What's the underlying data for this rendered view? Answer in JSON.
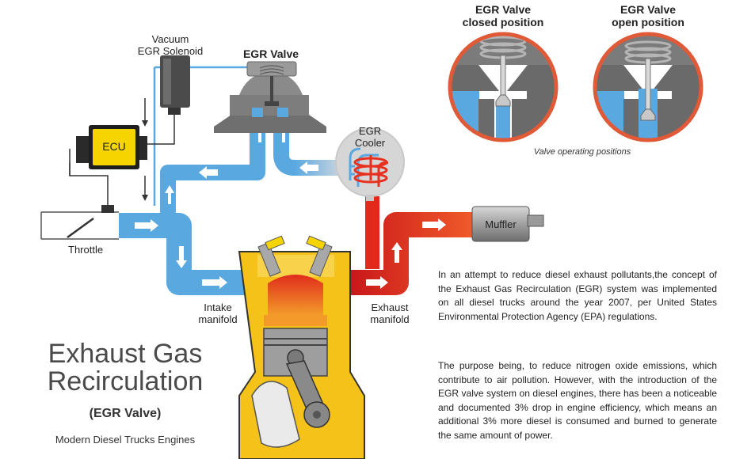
{
  "labels": {
    "vacuum_solenoid": [
      "Vacuum",
      "EGR Solenoid"
    ],
    "egr_valve": "EGR Valve",
    "ecu": "ECU",
    "egr_cooler": [
      "EGR",
      "Cooler"
    ],
    "throttle": "Throttle",
    "intake_manifold": [
      "Intake",
      "manifold"
    ],
    "exhaust_manifold": [
      "Exhaust",
      "manifold"
    ],
    "muffler": "Muffler"
  },
  "positions": {
    "closed": [
      "EGR Valve",
      "closed position"
    ],
    "open": [
      "EGR Valve",
      "open position"
    ],
    "caption": "Valve operating positions"
  },
  "title": {
    "line1": "Exhaust Gas",
    "line2": "Recirculation",
    "subtitle": "(EGR Valve)",
    "tagline": "Modern Diesel Trucks Engines"
  },
  "text": {
    "paragraph1": "In an attempt to reduce diesel exhaust pollutants,the concept of the Exhaust Gas Recirculation (EGR) system was implemented on all diesel trucks around the year 2007, per United States Environmental Protection Agency (EPA) regulations.",
    "paragraph2": "The purpose being, to reduce nitrogen oxide emissions, which contribute to air pollution. However, with the introduction of the EGR valve system on diesel engines, there has been a noticeable and documented 3% drop in engine efficiency, which means an additional 3% more diesel is consumed and burned to generate the same amount of power."
  },
  "colors": {
    "intake_blue": "#5aa8e0",
    "exhaust_red": "#e8301f",
    "engine_yellow": "#f5c21a",
    "ecu_yellow": "#f5d400",
    "metal_gray": "#7d7d7d",
    "detail_ring": "#e05a38"
  }
}
